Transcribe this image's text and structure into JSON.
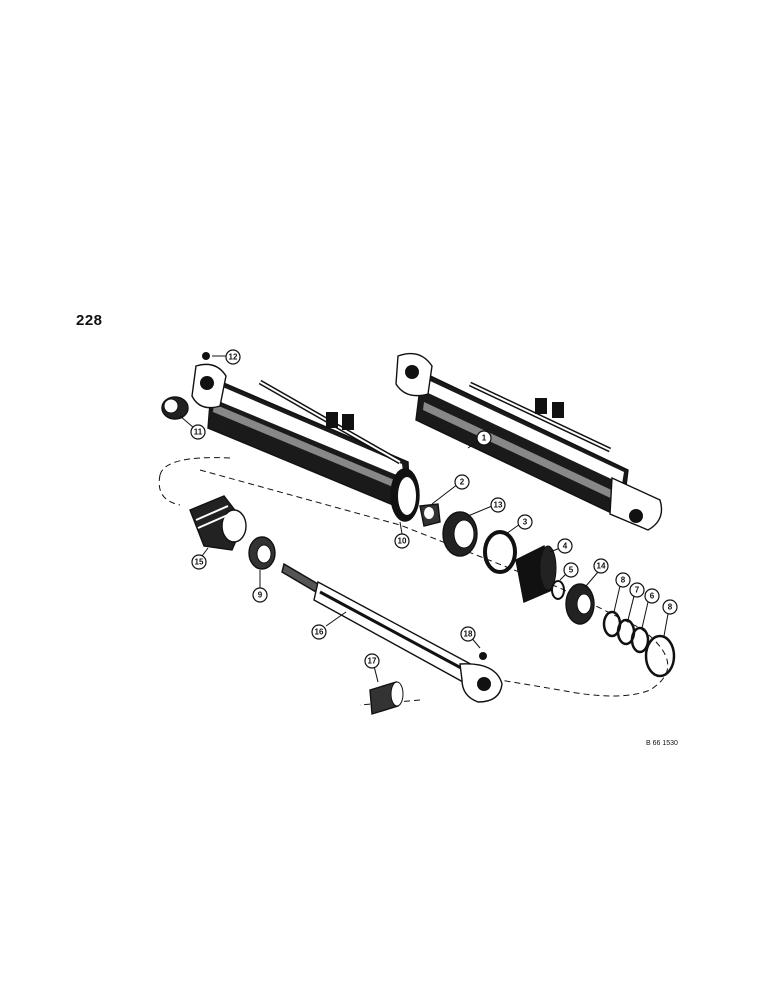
{
  "page": {
    "number": "228",
    "reference_code": "B 66 1530"
  },
  "colors": {
    "ink": "#111111",
    "paper": "#ffffff"
  },
  "callouts": [
    {
      "label": "1"
    },
    {
      "label": "2"
    },
    {
      "label": "3"
    },
    {
      "label": "4"
    },
    {
      "label": "5"
    },
    {
      "label": "6"
    },
    {
      "label": "7"
    },
    {
      "label": "8"
    },
    {
      "label": "8"
    },
    {
      "label": "9"
    },
    {
      "label": "10"
    },
    {
      "label": "11"
    },
    {
      "label": "12"
    },
    {
      "label": "13"
    },
    {
      "label": "14"
    },
    {
      "label": "15"
    },
    {
      "label": "16"
    },
    {
      "label": "17"
    },
    {
      "label": "18"
    }
  ]
}
